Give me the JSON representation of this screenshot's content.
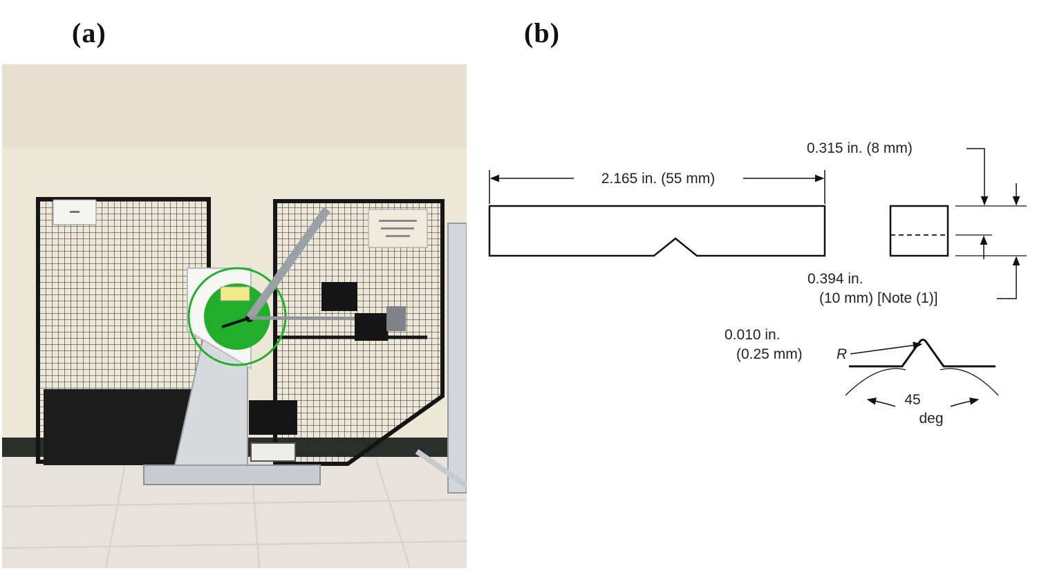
{
  "panels": {
    "a": {
      "label": "(a)"
    },
    "b": {
      "label": "(b)"
    }
  },
  "dimensions": {
    "length": "2.165 in. (55 mm)",
    "depth": "0.315 in. (8 mm)",
    "height_line1": "0.394 in.",
    "height_line2": "(10 mm) [Note (1)]",
    "radius_line1": "0.010 in.",
    "radius_line2": "(0.25 mm)",
    "radius_symbol": "R",
    "angle_value": "45",
    "angle_unit": "deg"
  },
  "colors": {
    "wall": "#ece6d4",
    "floor": "#e8e4dc",
    "machine_body": "#d6d9dc",
    "cage_frame": "#1a1a1a",
    "dial_green": "#22b02a",
    "tag_yellow": "#f2ea8c"
  }
}
